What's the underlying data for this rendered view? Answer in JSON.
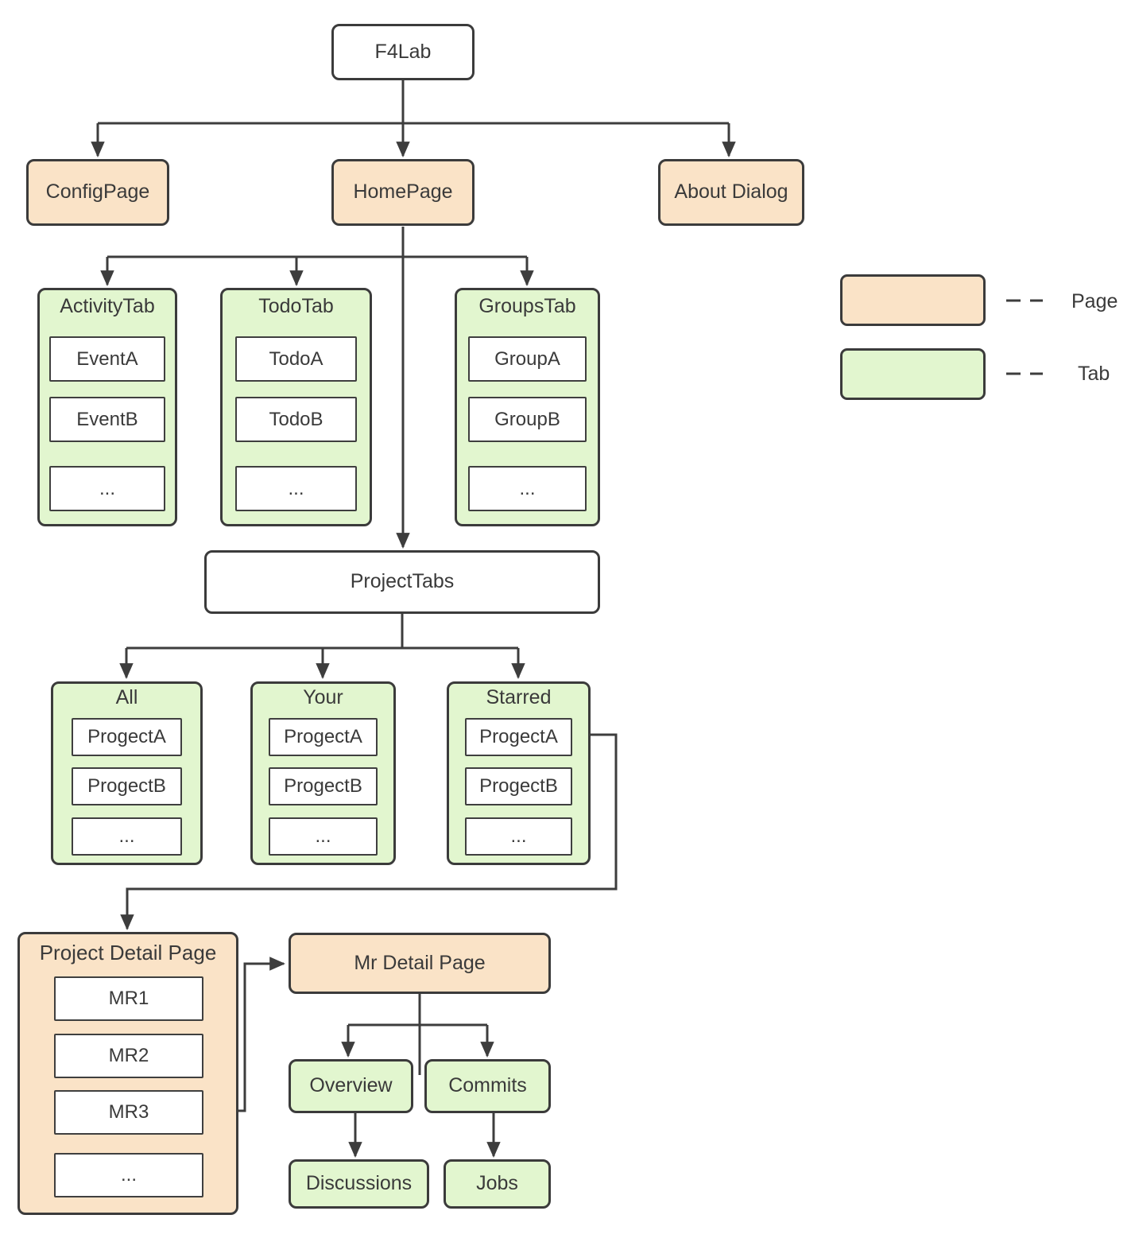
{
  "nodes": {
    "root": "F4Lab",
    "config_page": "ConfigPage",
    "home_page": "HomePage",
    "about_dialog": "About Dialog",
    "project_tabs": "ProjectTabs",
    "project_detail_page": "Project Detail Page",
    "mr_detail_page": "Mr Detail Page",
    "overview": "Overview",
    "commits": "Commits",
    "discussions": "Discussions",
    "jobs": "Jobs"
  },
  "groups": {
    "activity": {
      "title": "ActivityTab",
      "items": [
        "EventA",
        "EventB",
        "..."
      ]
    },
    "todo": {
      "title": "TodoTab",
      "items": [
        "TodoA",
        "TodoB",
        "..."
      ]
    },
    "groupstab": {
      "title": "GroupsTab",
      "items": [
        "GroupA",
        "GroupB",
        "..."
      ]
    },
    "all": {
      "title": "All",
      "items": [
        "ProgectA",
        "ProgectB",
        "..."
      ]
    },
    "your": {
      "title": "Your",
      "items": [
        "ProgectA",
        "ProgectB",
        "..."
      ]
    },
    "starred": {
      "title": "Starred",
      "items": [
        "ProgectA",
        "ProgectB",
        "..."
      ]
    },
    "project_detail": {
      "items": [
        "MR1",
        "MR2",
        "MR3",
        "..."
      ]
    }
  },
  "legend": {
    "page_label": "Page",
    "tab_label": "Tab"
  },
  "colors": {
    "page_fill": "#fae3c7",
    "tab_fill": "#e2f6cf",
    "node_fill": "#ffffff",
    "border": "#3b3b3b",
    "line": "#3d3d3d"
  }
}
